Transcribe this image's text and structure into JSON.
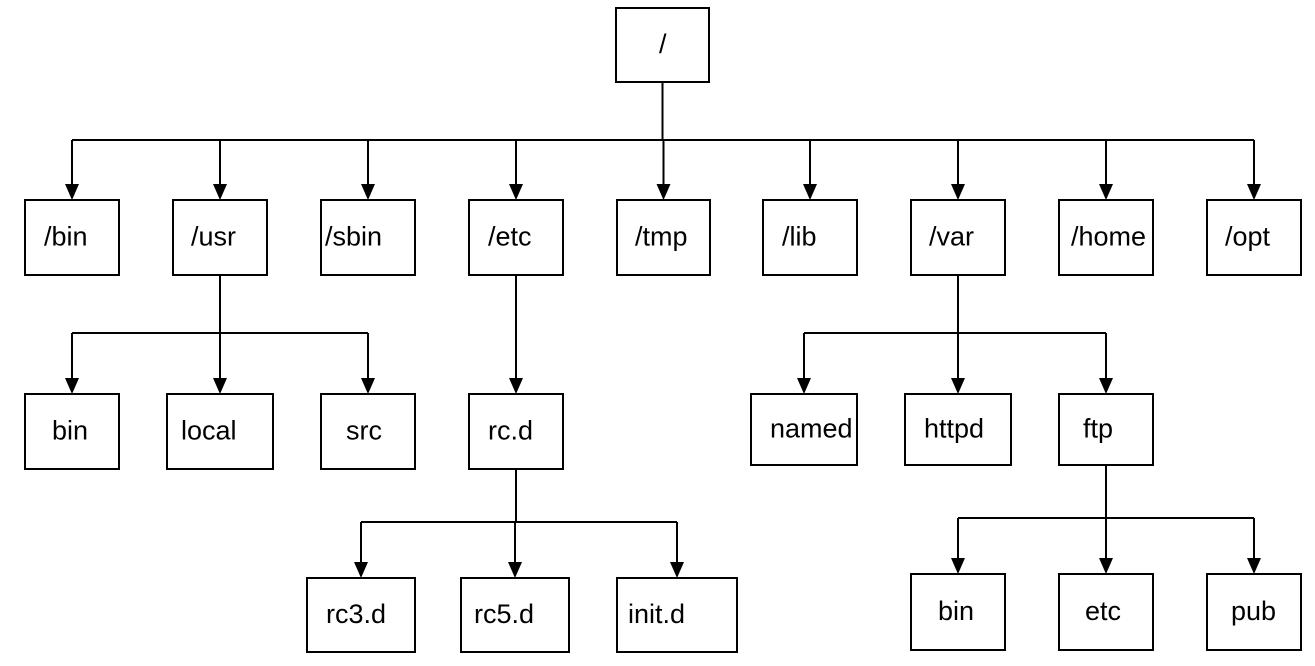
{
  "root": {
    "id": "root",
    "label": "/",
    "children": [
      {
        "id": "bin",
        "label": "/bin",
        "children": []
      },
      {
        "id": "usr",
        "label": "/usr",
        "children": [
          {
            "id": "usr-bin",
            "label": "bin",
            "children": []
          },
          {
            "id": "usr-local",
            "label": "local",
            "children": []
          },
          {
            "id": "usr-src",
            "label": "src",
            "children": []
          }
        ]
      },
      {
        "id": "sbin",
        "label": "/sbin",
        "children": []
      },
      {
        "id": "etc",
        "label": "/etc",
        "children": [
          {
            "id": "rc-d",
            "label": "rc.d",
            "children": [
              {
                "id": "rc3-d",
                "label": "rc3.d",
                "children": []
              },
              {
                "id": "rc5-d",
                "label": "rc5.d",
                "children": []
              },
              {
                "id": "init-d",
                "label": "init.d",
                "children": []
              }
            ]
          }
        ]
      },
      {
        "id": "tmp",
        "label": "/tmp",
        "children": []
      },
      {
        "id": "lib",
        "label": "/lib",
        "children": []
      },
      {
        "id": "var",
        "label": "/var",
        "children": [
          {
            "id": "named",
            "label": "named",
            "children": []
          },
          {
            "id": "httpd",
            "label": "httpd",
            "children": []
          },
          {
            "id": "ftp",
            "label": "ftp",
            "children": [
              {
                "id": "ftp-bin",
                "label": "bin",
                "children": []
              },
              {
                "id": "ftp-etc",
                "label": "etc",
                "children": []
              },
              {
                "id": "ftp-pub",
                "label": "pub",
                "children": []
              }
            ]
          }
        ]
      },
      {
        "id": "home",
        "label": "/home",
        "children": []
      },
      {
        "id": "opt",
        "label": "/opt",
        "children": []
      }
    ]
  },
  "colors": {
    "line": "#000000",
    "box_fill": "#ffffff",
    "background": "#ffffff"
  }
}
